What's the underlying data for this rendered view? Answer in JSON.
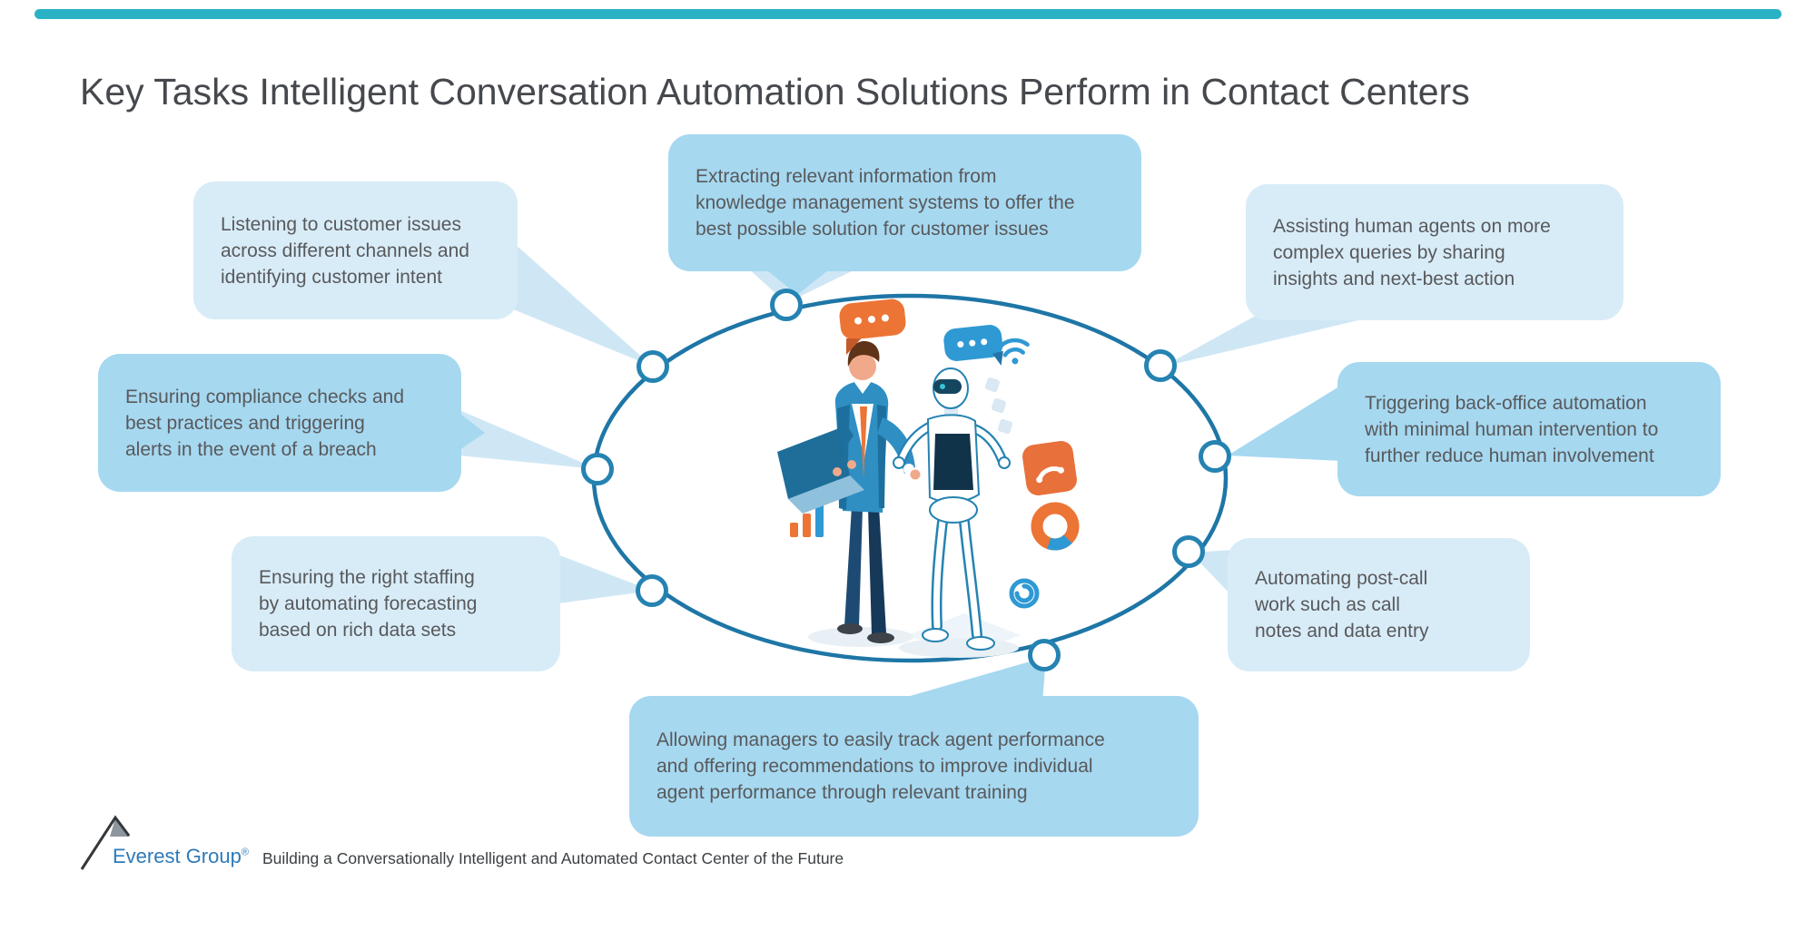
{
  "title": "Key Tasks Intelligent Conversation Automation Solutions Perform in Contact Centers",
  "callouts": [
    {
      "id": "listening",
      "tone": "light",
      "text": "Listening to customer issues\nacross different channels and\nidentifying customer intent"
    },
    {
      "id": "extracting",
      "tone": "medium",
      "text": "Extracting relevant information from\nknowledge management systems to offer the\nbest possible solution for customer issues"
    },
    {
      "id": "assisting",
      "tone": "light",
      "text": "Assisting human agents on more\ncomplex queries by sharing\ninsights and next-best action"
    },
    {
      "id": "compliance",
      "tone": "medium",
      "text": "Ensuring compliance checks and\nbest practices and triggering\nalerts in the event of a breach"
    },
    {
      "id": "triggering",
      "tone": "medium",
      "text": "Triggering back-office automation\nwith minimal human intervention to\nfurther reduce human involvement"
    },
    {
      "id": "staffing",
      "tone": "light",
      "text": "Ensuring the right staffing\nby automating forecasting\nbased on rich data sets"
    },
    {
      "id": "postcall",
      "tone": "light",
      "text": "Automating post-call\nwork such as call\nnotes and data entry"
    },
    {
      "id": "managers",
      "tone": "medium",
      "text": "Allowing managers to easily track agent performance\nand offering recommendations to improve individual\nagent performance through relevant training"
    }
  ],
  "colors": {
    "accent_bar": "#29b1c5",
    "bubble_light": "#d8ecf8",
    "bubble_medium": "#a6d8f0",
    "beam_light": "#cfe7f5",
    "outline_blue": "#1e76a6",
    "text_gray": "#58595b",
    "orange": "#ec7435",
    "mid_blue": "#2f99d4"
  },
  "illustration_icons": [
    "orange-chat-bubble-icon",
    "blue-chat-bubble-icon",
    "wifi-icon",
    "phone-app-icon",
    "donut-chart-icon",
    "spiral-icon",
    "bar-chart-icon",
    "human-agent-figure",
    "robot-figure"
  ],
  "footer": {
    "brand": "Everest Group",
    "registered_mark": "®",
    "tagline": "Building a Conversationally Intelligent and Automated Contact Center of the Future"
  }
}
